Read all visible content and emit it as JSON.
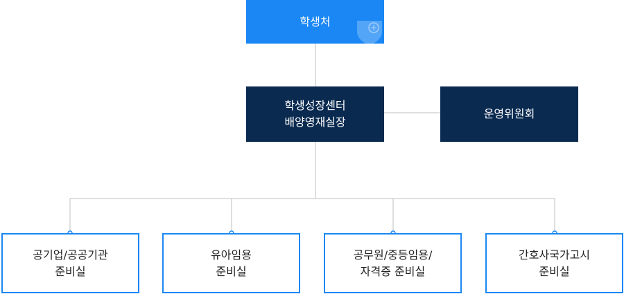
{
  "top": {
    "label": "학생처"
  },
  "center": {
    "label": "학생성장센터\n배양영재실장"
  },
  "side": {
    "label": "운영위원회"
  },
  "leaves": [
    {
      "label": "공기업/공공기관\n준비실"
    },
    {
      "label": "유아임용\n준비실"
    },
    {
      "label": "공무원/중등임용/\n자격증 준비실"
    },
    {
      "label": "간호사국가고시\n준비실"
    }
  ],
  "colors": {
    "top": "#1a87f4",
    "mid": "#0a2a50",
    "leaf_border": "#1a87f4",
    "line": "#bfbfbf"
  },
  "icons": [
    "shield-emblem-icon"
  ]
}
